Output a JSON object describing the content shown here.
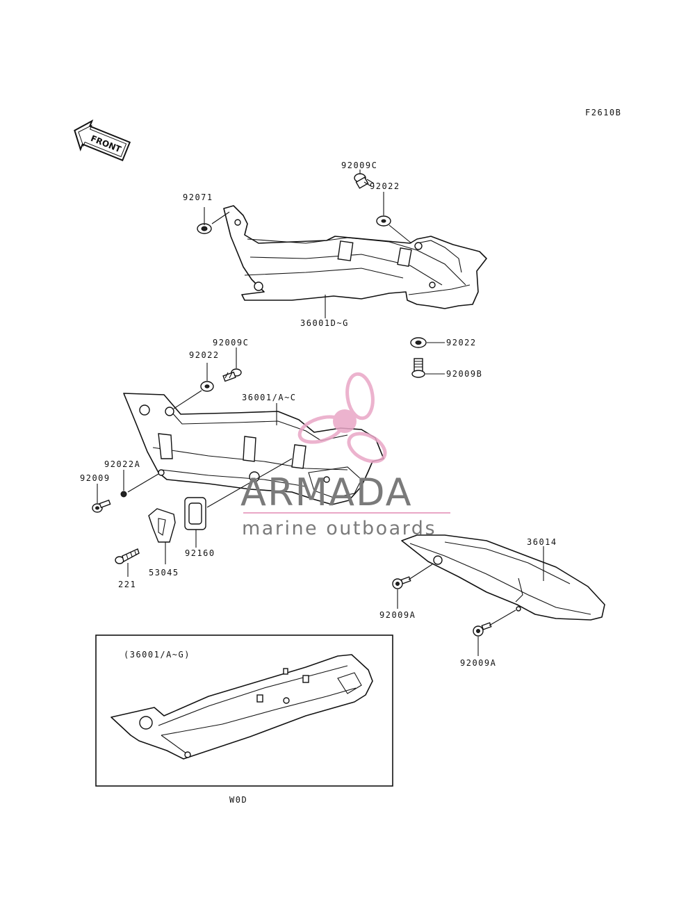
{
  "diagram": {
    "figure_code": "F2610B",
    "front_label": "FRONT",
    "inset_title": "(36001/A~G)",
    "inset_caption": "W0D",
    "parts": {
      "p92009C_top": "92009C",
      "p92022_top": "92022",
      "p92071": "92071",
      "p36001DG": "36001D~G",
      "p92022_right": "92022",
      "p92009B": "92009B",
      "p92009C_mid": "92009C",
      "p92022_mid": "92022",
      "p36001AC": "36001/A~C",
      "p92022A": "92022A",
      "p92009": "92009",
      "p92160": "92160",
      "p53045": "53045",
      "p221": "221",
      "p36014": "36014",
      "p92009A_1": "92009A",
      "p92009A_2": "92009A"
    }
  },
  "watermark": {
    "brand": "ARMADA",
    "tagline": "marine outboards",
    "color_pink": "#e9a6c6",
    "color_gray": "#7a7a7a"
  }
}
